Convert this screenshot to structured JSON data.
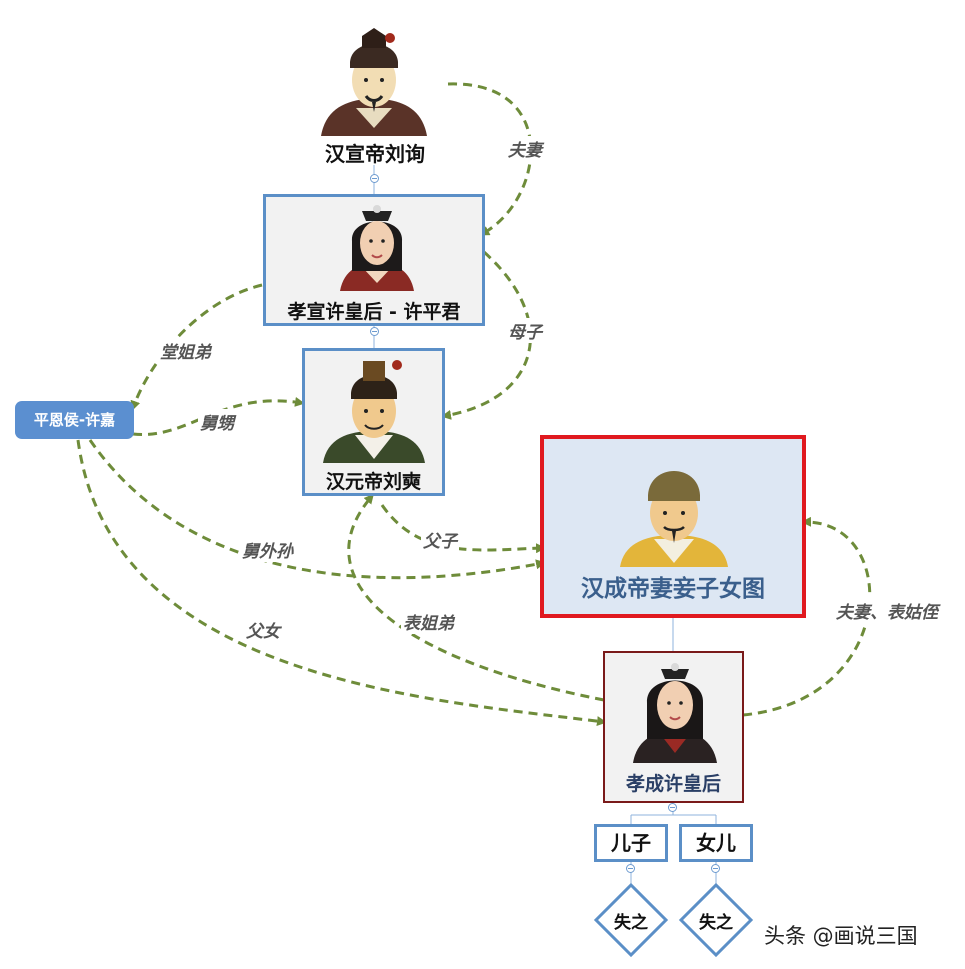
{
  "nodes": {
    "emperor_xuan": "汉宣帝刘询",
    "empress_xu_pingjun": "孝宣许皇后 - 许平君",
    "emperor_yuan": "汉元帝刘奭",
    "marquis_pingen": "平恩侯-许嘉",
    "central_topic": "汉成帝妻妾子女图",
    "empress_xiaocheng_xu": "孝成许皇后",
    "son": "儿子",
    "daughter": "女儿",
    "son_lost": "失之",
    "daughter_lost": "失之"
  },
  "relations": {
    "husband_wife": "夫妻",
    "mother_son": "母子",
    "cousins": "堂姐弟",
    "uncle_nephew": "舅甥",
    "father_son": "父子",
    "maternal_grandson": "舅外孙",
    "father_daughter": "父女",
    "cousin_siblings": "表姐弟",
    "husband_wife_aunt_nephew": "夫妻、表姑侄"
  },
  "watermark": "头条 @画说三国",
  "colors": {
    "box_border": "#5b8fc7",
    "central_border": "#e0191f",
    "central_fill": "#dde7f3",
    "central_text": "#3a5f8c",
    "relation_line": "#6e8c3a",
    "empress_border": "#7a1a1a",
    "pill_fill": "#5b8fd0"
  }
}
